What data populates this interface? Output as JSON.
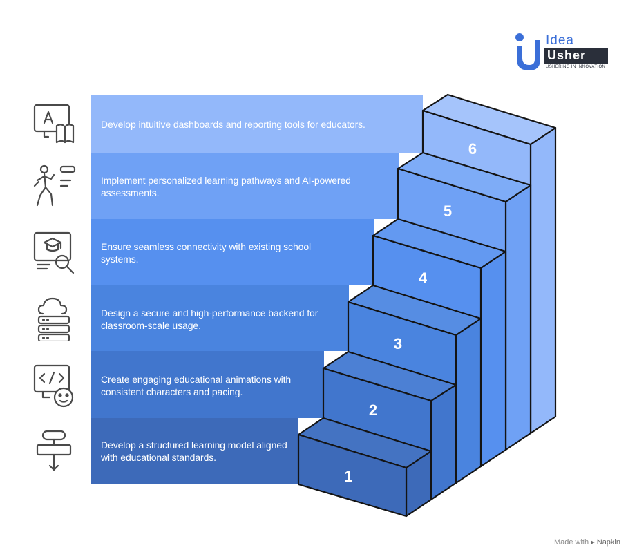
{
  "logo": {
    "line1": "Idea",
    "line2": "Usher",
    "tagline": "USHERING IN INNOVATION"
  },
  "steps": [
    {
      "number": "6",
      "text": "Develop intuitive dashboards and reporting tools for educators.",
      "icon": "dashboard-book-icon",
      "color": "#93b8fa"
    },
    {
      "number": "5",
      "text": "Implement personalized learning pathways and AI-powered assessments.",
      "icon": "personalized-learner-icon",
      "color": "#6fa1f5"
    },
    {
      "number": "4",
      "text": "Ensure seamless connectivity with existing school systems.",
      "icon": "school-system-search-icon",
      "color": "#5690ef"
    },
    {
      "number": "3",
      "text": "Design a secure and high-performance backend for classroom-scale usage.",
      "icon": "cloud-server-icon",
      "color": "#4a84df"
    },
    {
      "number": "2",
      "text": "Create engaging educational animations with consistent characters and pacing.",
      "icon": "code-character-icon",
      "color": "#4176cd"
    },
    {
      "number": "1",
      "text": "Develop a structured learning model aligned with educational standards.",
      "icon": "flowchart-icon",
      "color": "#3d6ab9"
    }
  ],
  "footer": {
    "made_with": "Made with",
    "brand": "Napkin"
  }
}
